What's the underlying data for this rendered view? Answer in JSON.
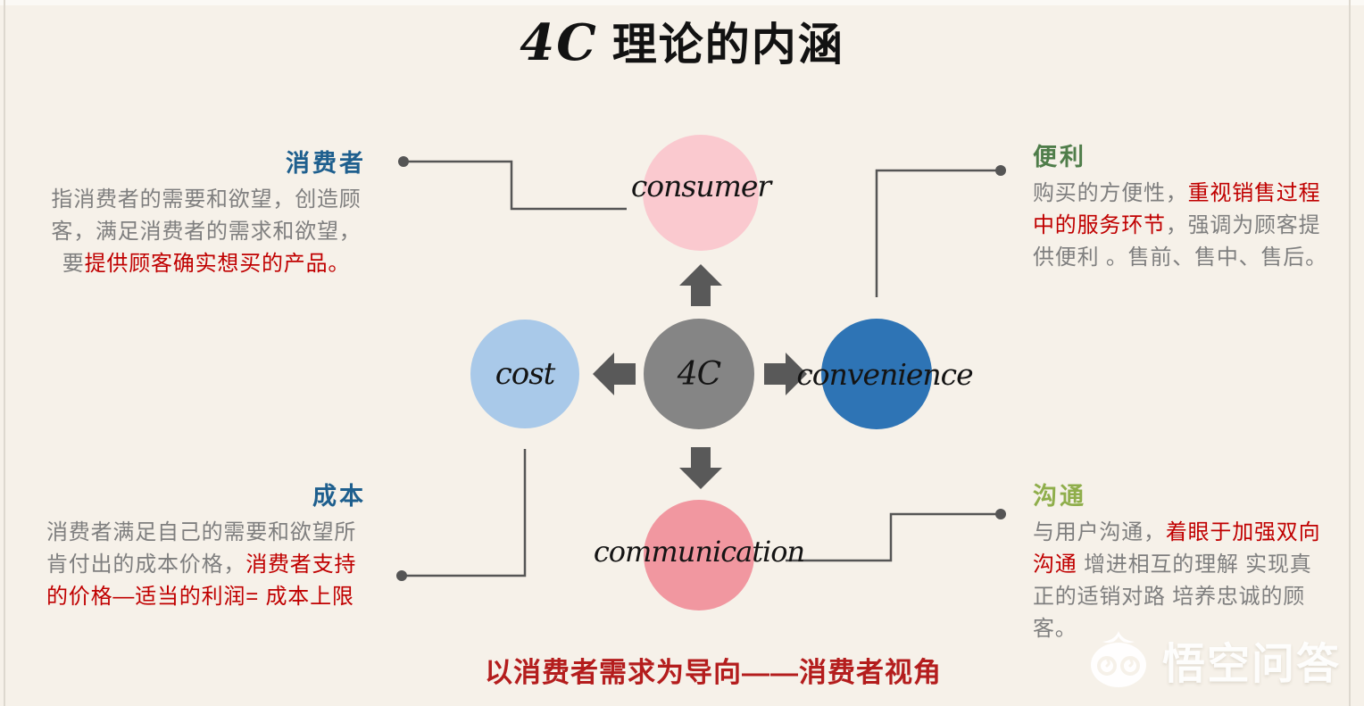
{
  "title": {
    "prefix": "4C",
    "main": "理论的内涵"
  },
  "colors": {
    "background": "#f6f1e9",
    "text_gray": "#7f7f7f",
    "text_red": "#c00000",
    "heading_blue": "#1e5f8e",
    "heading_green_dark": "#4f7d4a",
    "heading_green_light": "#8fae4b",
    "line": "#555555",
    "arrow": "#595959",
    "slogan_red": "#b41d1d",
    "node_center": "#858585",
    "node_consumer": "#fac9cf",
    "node_cost": "#a9c9e9",
    "node_convenience": "#2e74b5",
    "node_communication": "#f197a0"
  },
  "nodes": {
    "center": {
      "label": "4C"
    },
    "consumer": {
      "label": "consumer"
    },
    "cost": {
      "label": "cost"
    },
    "convenience": {
      "label": "convenience"
    },
    "communication": {
      "label": "communication"
    }
  },
  "blocks": {
    "consumer": {
      "heading": "消费者",
      "heading_color": "#1e5f8e",
      "segments": [
        {
          "text": "指消费者的需要和欲望，创造顾客，满足消费者的需求和欲望，要",
          "color": "gray"
        },
        {
          "text": "提供顾客确实想买的产品。",
          "color": "red"
        }
      ]
    },
    "convenience": {
      "heading": "便利",
      "heading_color": "#4f7d4a",
      "segments": [
        {
          "text": "购买的方便性，",
          "color": "gray"
        },
        {
          "text": "重视销售过程中的服务环节",
          "color": "red"
        },
        {
          "text": "，强调为顾客提供便利 。售前、售中、售后。",
          "color": "gray"
        }
      ]
    },
    "cost": {
      "heading": "成本",
      "heading_color": "#1e5f8e",
      "segments": [
        {
          "text": "消费者满足自己的需要和欲望所肯付出的成本价格，",
          "color": "gray"
        },
        {
          "text": "消费者支持的价格—适当的利润= 成本上限",
          "color": "red"
        }
      ]
    },
    "communication": {
      "heading": "沟通",
      "heading_color": "#8fae4b",
      "segments": [
        {
          "text": "与用户沟通，",
          "color": "gray"
        },
        {
          "text": "着眼于加强双向沟通",
          "color": "red"
        },
        {
          "text": " 增进相互的理解 实现真正的适销对路 培养忠诚的顾客。",
          "color": "gray"
        }
      ]
    }
  },
  "slogan": "以消费者需求为导向——消费者视角",
  "watermark": {
    "label": "悟空问答"
  }
}
